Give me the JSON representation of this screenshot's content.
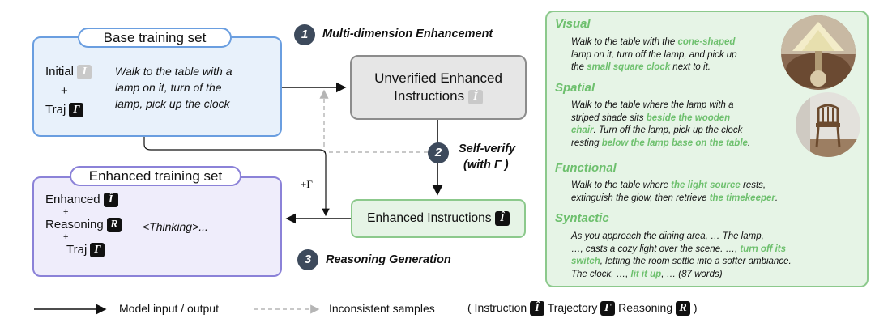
{
  "base": {
    "title": "Base training set",
    "initial": "Initial",
    "plus": "+",
    "traj": "Traj",
    "instruction": [
      "Walk to the table with a",
      "lamp on it, turn of the",
      "lamp, pick up the clock"
    ]
  },
  "enhanced_set": {
    "title": "Enhanced training set",
    "enhanced": "Enhanced",
    "plus1": "+",
    "reasoning": "Reasoning",
    "plus2": "+",
    "traj": "Traj",
    "thinking": "<Thinking>..."
  },
  "unverified": {
    "line1": "Unverified Enhanced",
    "line2": "Instructions"
  },
  "enhanced_instr": {
    "label": "Enhanced Instructions"
  },
  "steps": {
    "s1": {
      "num": "1",
      "text": "Multi-dimension Enhancement"
    },
    "s2": {
      "num": "2",
      "text1": "Self-verify",
      "text2": "(with Γ )"
    },
    "s3": {
      "num": "3",
      "text": "Reasoning Generation"
    }
  },
  "gamma_label": "+Γ",
  "chips": {
    "instruction": "Î",
    "trajectory": "Γ",
    "reasoning": "R",
    "initial": "I"
  },
  "panel": {
    "visual": {
      "title": "Visual",
      "t1": "Walk to the table with the ",
      "g1": "cone-shaped",
      "t2": "lamp on it, turn off the lamp, and pick up",
      "t3": "the ",
      "g2": "small square clock",
      "t4": " next to it."
    },
    "spatial": {
      "title": "Spatial",
      "t1": "Walk to the table where the lamp with a",
      "t2": "striped shade sits ",
      "g1": "beside the wooden",
      "g2": "chair",
      "t3": ". Turn off the lamp, pick up the clock",
      "t4": "resting ",
      "g3": "below the lamp base on the table",
      "t5": "."
    },
    "functional": {
      "title": "Functional",
      "t1": "Walk to the table where ",
      "g1": "the light source",
      "t2": " rests,",
      "t3": "extinguish the glow, then retrieve ",
      "g2": "the timekeeper",
      "t4": "."
    },
    "syntactic": {
      "title": "Syntactic",
      "l1": "As you approach the dining area, … The lamp,",
      "l2a": "…, casts a cozy light over the scene. …, ",
      "g1": "turn off its",
      "g2": "switch",
      "l3": ", letting the room settle into a softer ambiance.",
      "l4a": "The clock, …, ",
      "g3": "lit it up",
      "l4b": ", … (87 words)"
    }
  },
  "legend": {
    "solid": "Model input / output",
    "dashed": "Inconsistent samples",
    "open": "( Instruction",
    "trajectory": "Trajectory",
    "reasoning": "Reasoning",
    "close": ")"
  },
  "colors": {
    "blue_border": "#6a9ee0",
    "blue_fill": "#e8f1fb",
    "purple_border": "#8b82d8",
    "purple_fill": "#efedfb",
    "grey_border": "#8c8c8c",
    "grey_fill": "#e6e6e6",
    "green_border": "#8cc98c",
    "green_fill": "#e6f4e6",
    "accent_green": "#6ec06e"
  }
}
